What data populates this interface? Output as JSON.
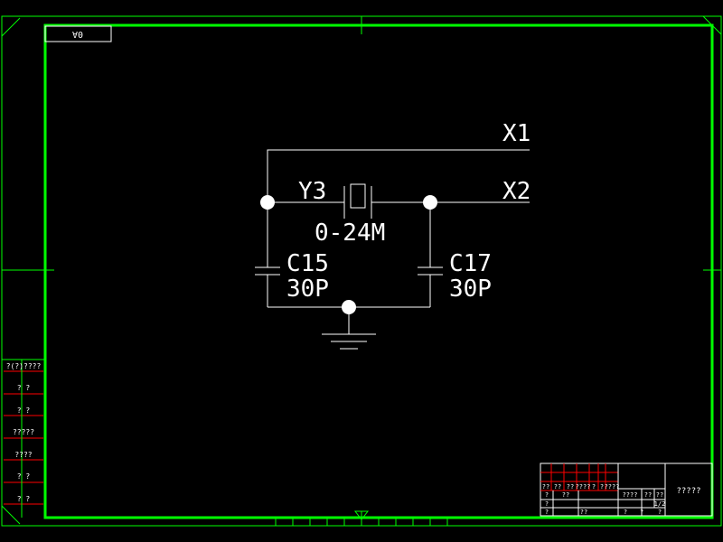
{
  "colors": {
    "background": "#000000",
    "frame": "#00ff00",
    "wire": "#ffffff",
    "sidebar_divider": "#ff0000"
  },
  "drawing_number": "0A",
  "circuit": {
    "net_x1": "X1",
    "net_x2": "X2",
    "crystal_ref": "Y3",
    "crystal_value": "0-24M",
    "cap1_ref": "C15",
    "cap1_value": "30P",
    "cap2_ref": "C17",
    "cap2_value": "30P"
  },
  "left_sidebar": {
    "labels": [
      "?(?)????",
      "?  ?",
      "?  ?",
      "?????",
      "????",
      "?  ?",
      "?  ?"
    ]
  },
  "title_block": {
    "title": "?????",
    "header_cells": [
      "??",
      "??",
      "??",
      "????",
      "?",
      "?",
      "????"
    ],
    "sub_cells": [
      "?",
      "?",
      "??",
      "????",
      "??",
      "??",
      "1/2",
      "??"
    ],
    "bottom_cells": [
      "?",
      "?",
      "?",
      "?"
    ]
  }
}
